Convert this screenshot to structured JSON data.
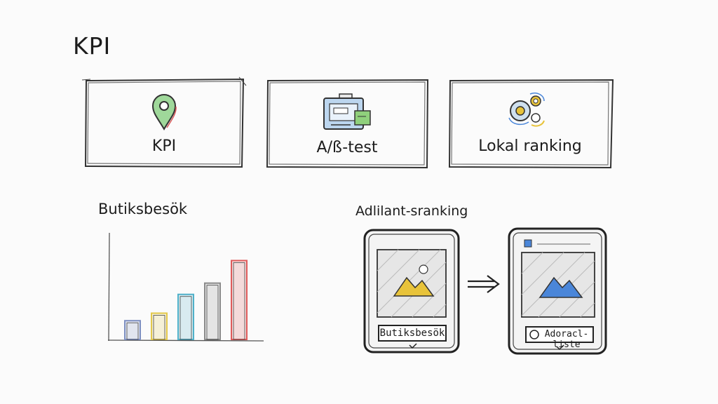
{
  "page": {
    "title": "KPI"
  },
  "cards": [
    {
      "label": "KPI",
      "icon": "map-pin-icon"
    },
    {
      "label": "A/ß-test",
      "icon": "browser-window-icon"
    },
    {
      "label": "Lokal ranking",
      "icon": "gears-icon"
    }
  ],
  "chart_section": {
    "label": "Butiksbesök"
  },
  "chart_data": {
    "type": "bar",
    "values": [
      25,
      35,
      60,
      75,
      105
    ],
    "colors": [
      "#7d8fc2",
      "#e3c84a",
      "#4fb0c9",
      "#8a8a8a",
      "#de5a5a"
    ],
    "ylim": [
      0,
      140
    ],
    "grid": false
  },
  "ranking_section": {
    "label": "Adlilant-sranking",
    "before": {
      "button_label": "Butiksbesök",
      "image_icon": "mountain-image-icon",
      "accent": "#e8c33a"
    },
    "after": {
      "button_label": "Adoracl-liste",
      "image_icon": "mountain-image-icon",
      "accent": "#4a86d9"
    },
    "arrow": "double-arrow-right-icon"
  }
}
